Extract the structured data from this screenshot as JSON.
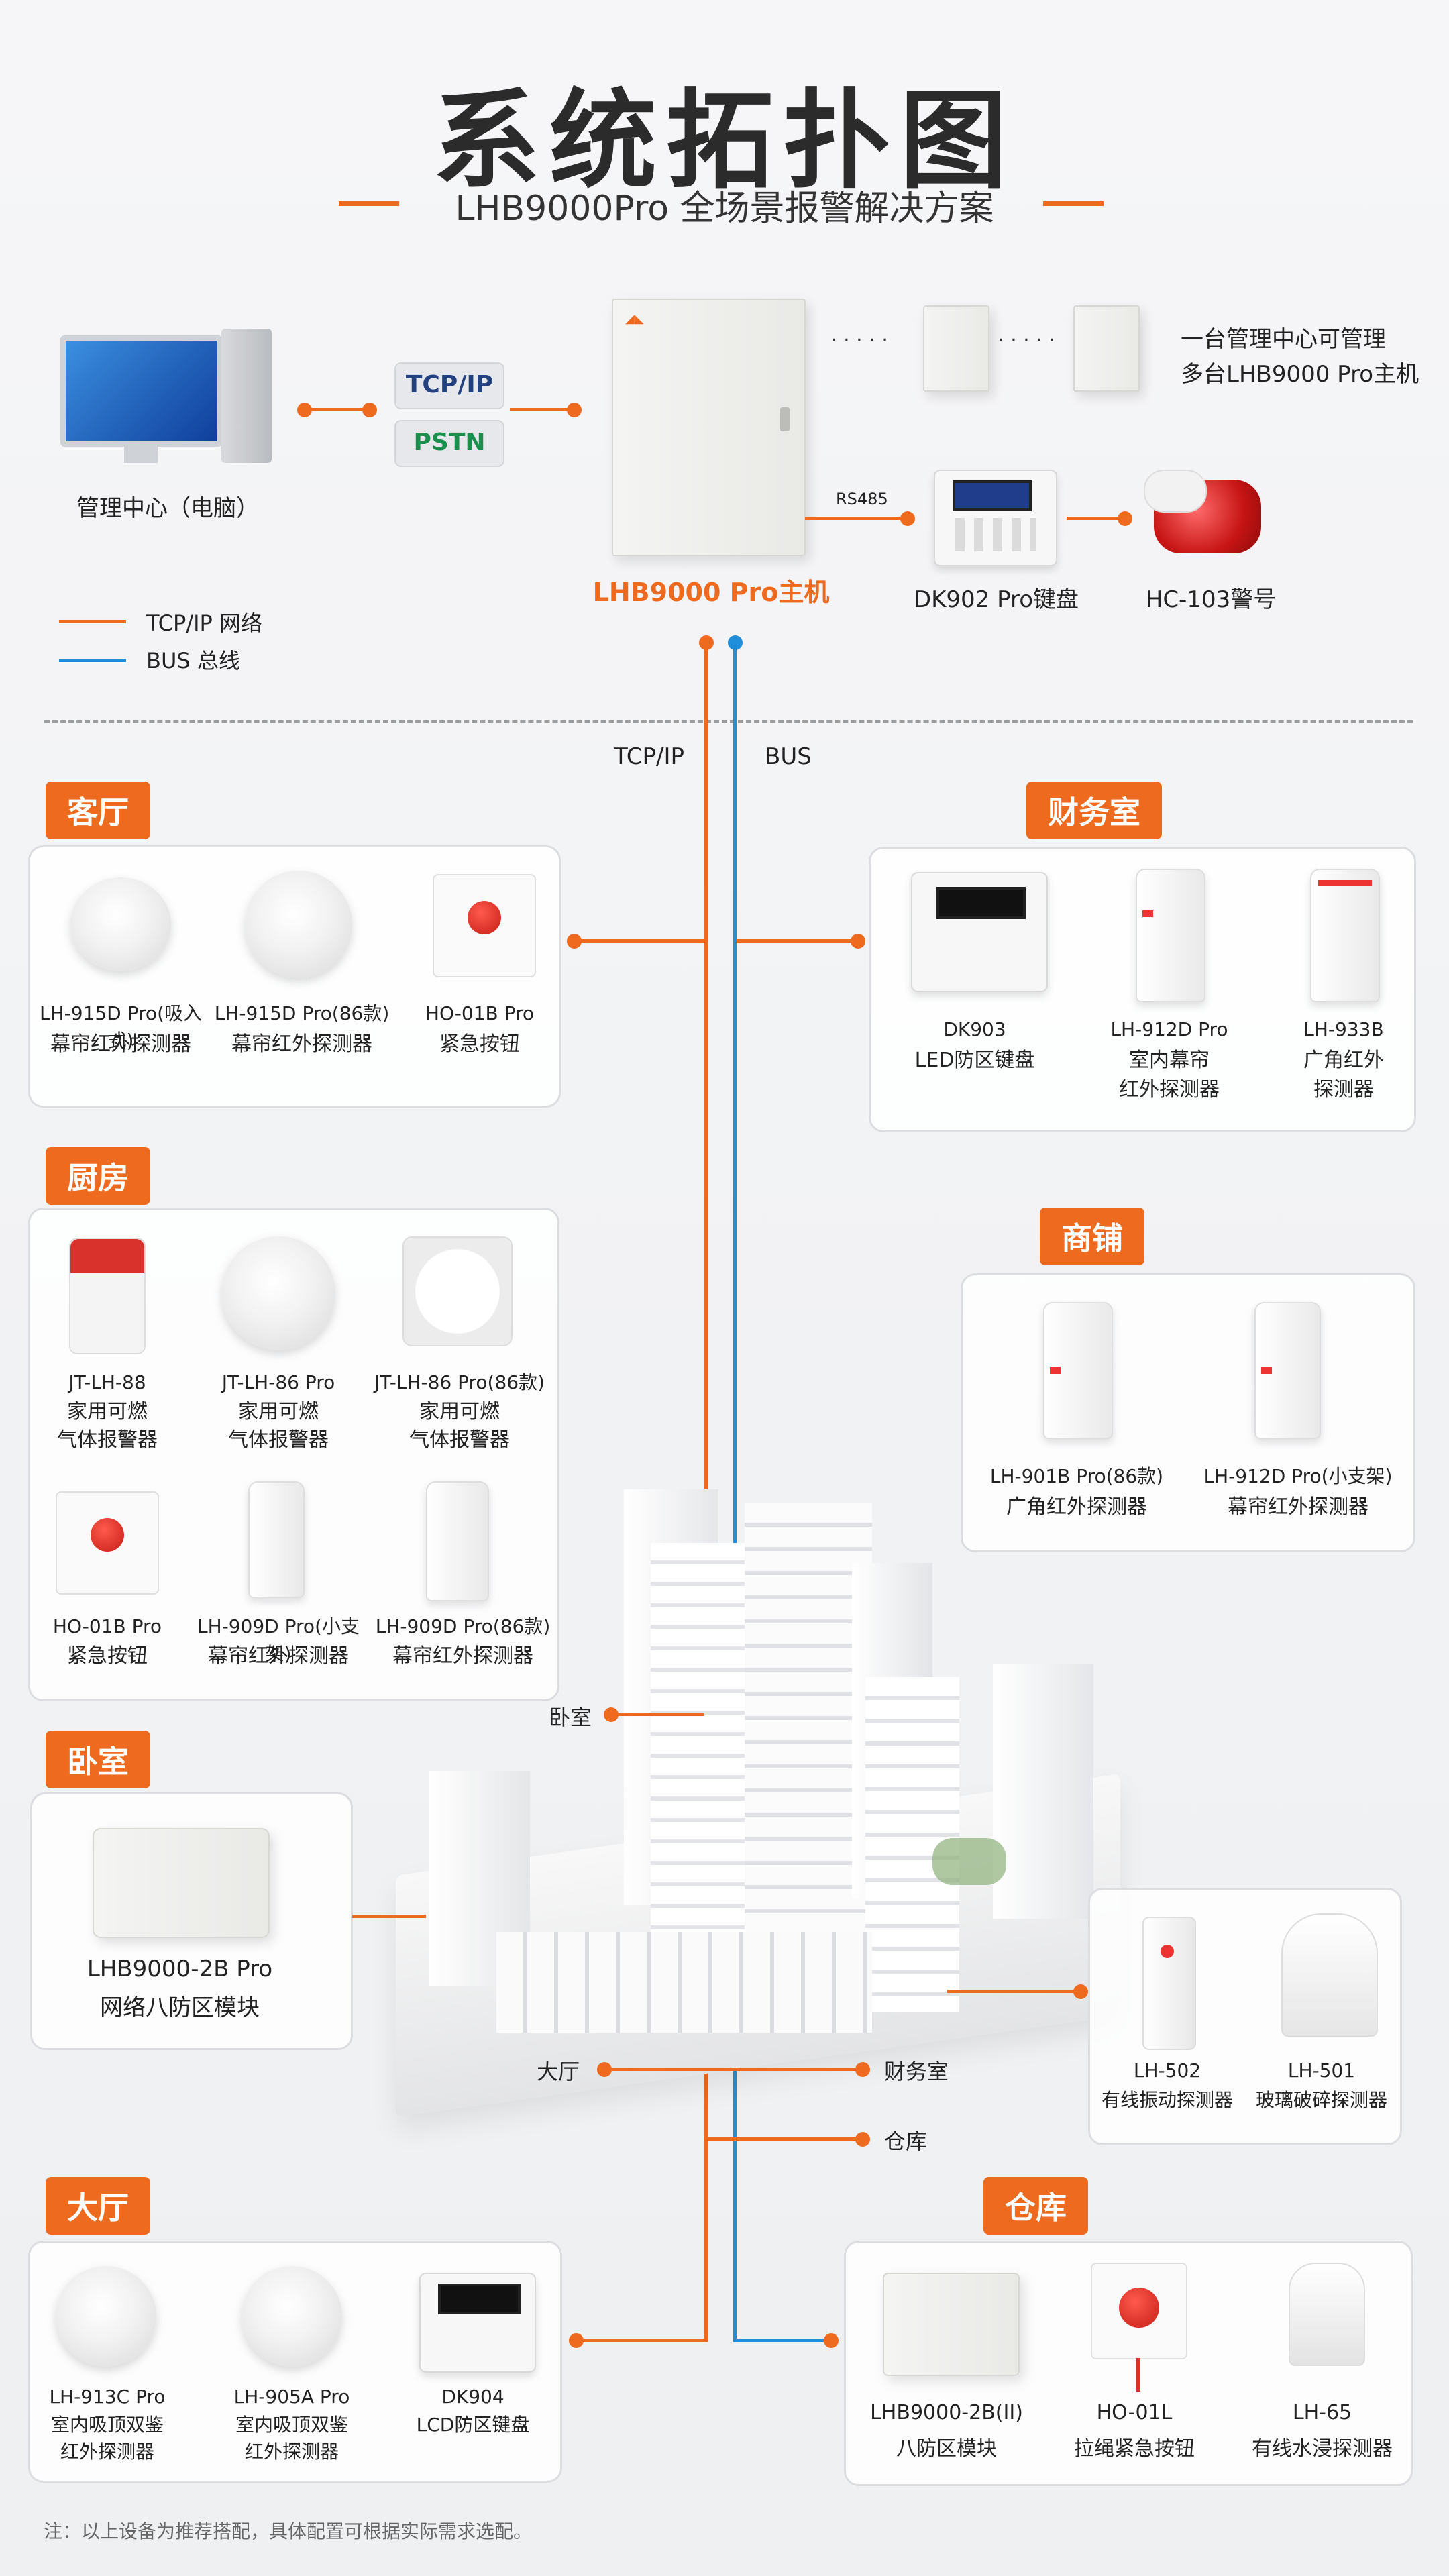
{
  "header": {
    "title": "系统拓扑图",
    "subtitle": "LHB9000Pro 全场景报警解决方案"
  },
  "top": {
    "pc_label": "管理中心（电脑）",
    "protocols": [
      "TCP/IP",
      "PSTN"
    ],
    "host_label": "LHB9000 Pro主机",
    "ellipsis": "· · · · ·",
    "note_line1": "一台管理中心可管理",
    "note_line2": "多台LHB9000 Pro主机",
    "rs485": "RS485",
    "keypad_label": "DK902 Pro键盘",
    "siren_label": "HC-103警号",
    "legend": [
      {
        "label": "TCP/IP 网络",
        "color": "#ee6a1e"
      },
      {
        "label": "BUS 总线",
        "color": "#1f8fdb"
      }
    ]
  },
  "bus_labels": {
    "tcpip": "TCP/IP",
    "bus": "BUS"
  },
  "building_labels": {
    "bedroom": "卧室",
    "hall": "大厅",
    "finance": "财务室",
    "warehouse": "仓库"
  },
  "zones": {
    "living": {
      "tag": "客厅",
      "devices": [
        {
          "model": "LH-915D Pro(吸入式)",
          "name": "幕帘红外探测器"
        },
        {
          "model": "LH-915D Pro(86款)",
          "name": "幕帘红外探测器"
        },
        {
          "model": "HO-01B Pro",
          "name": "紧急按钮"
        }
      ]
    },
    "finance": {
      "tag": "财务室",
      "devices": [
        {
          "model": "DK903",
          "name": "LED防区键盘"
        },
        {
          "model": "LH-912D Pro",
          "name": "室内幕帘",
          "name2": "红外探测器"
        },
        {
          "model": "LH-933B",
          "name": "广角红外",
          "name2": "探测器"
        }
      ]
    },
    "kitchen": {
      "tag": "厨房",
      "devices": [
        {
          "model": "JT-LH-88",
          "name": "家用可燃",
          "name2": "气体报警器"
        },
        {
          "model": "JT-LH-86 Pro",
          "name": "家用可燃",
          "name2": "气体报警器"
        },
        {
          "model": "JT-LH-86 Pro(86款)",
          "name": "家用可燃",
          "name2": "气体报警器"
        },
        {
          "model": "HO-01B Pro",
          "name": "紧急按钮"
        },
        {
          "model": "LH-909D Pro(小支架)",
          "name": "幕帘红外探测器"
        },
        {
          "model": "LH-909D Pro(86款)",
          "name": "幕帘红外探测器"
        }
      ]
    },
    "shop": {
      "tag": "商铺",
      "devices": [
        {
          "model": "LH-901B Pro(86款)",
          "name": "广角红外探测器"
        },
        {
          "model": "LH-912D Pro(小支架)",
          "name": "幕帘红外探测器"
        }
      ]
    },
    "bedroom": {
      "tag": "卧室",
      "devices": [
        {
          "model": "LHB9000-2B Pro",
          "name": "网络八防区模块"
        }
      ]
    },
    "vault": {
      "devices": [
        {
          "model": "LH-502",
          "name": "有线振动探测器"
        },
        {
          "model": "LH-501",
          "name": "玻璃破碎探测器"
        }
      ]
    },
    "hall": {
      "tag": "大厅",
      "devices": [
        {
          "model": "LH-913C Pro",
          "name": "室内吸顶双鉴",
          "name2": "红外探测器"
        },
        {
          "model": "LH-905A Pro",
          "name": "室内吸顶双鉴",
          "name2": "红外探测器"
        },
        {
          "model": "DK904",
          "name": "LCD防区键盘"
        }
      ]
    },
    "warehouse": {
      "tag": "仓库",
      "devices": [
        {
          "model": "LHB9000-2B(II)",
          "name": "八防区模块"
        },
        {
          "model": "HO-01L",
          "name": "拉绳紧急按钮"
        },
        {
          "model": "LH-65",
          "name": "有线水浸探测器"
        }
      ]
    }
  },
  "footnote": "注：以上设备为推荐搭配，具体配置可根据实际需求选配。",
  "colors": {
    "accent": "#ee6a1e",
    "bus": "#1f8fdb"
  }
}
